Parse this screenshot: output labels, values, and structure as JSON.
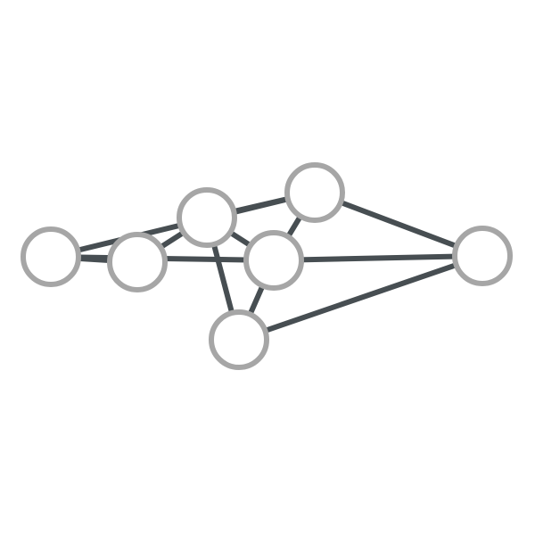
{
  "graph": {
    "colors": {
      "background": "#ffffff",
      "node_fill": "#ffffff",
      "node_stroke": "#a6a6a6",
      "edge": "#474e52"
    },
    "nodes": [
      {
        "id": "n1"
      },
      {
        "id": "n2"
      },
      {
        "id": "n3"
      },
      {
        "id": "n4"
      },
      {
        "id": "n5"
      },
      {
        "id": "n6"
      },
      {
        "id": "n7"
      }
    ],
    "edges": [
      {
        "source": "n1",
        "target": "n4"
      },
      {
        "source": "n1",
        "target": "n5"
      },
      {
        "source": "n1",
        "target": "n2"
      },
      {
        "source": "n2",
        "target": "n3"
      },
      {
        "source": "n3",
        "target": "n4"
      },
      {
        "source": "n3",
        "target": "n5"
      },
      {
        "source": "n3",
        "target": "n6"
      },
      {
        "source": "n4",
        "target": "n5"
      },
      {
        "source": "n4",
        "target": "n7"
      },
      {
        "source": "n5",
        "target": "n7"
      },
      {
        "source": "n5",
        "target": "n6"
      },
      {
        "source": "n6",
        "target": "n7"
      }
    ]
  }
}
